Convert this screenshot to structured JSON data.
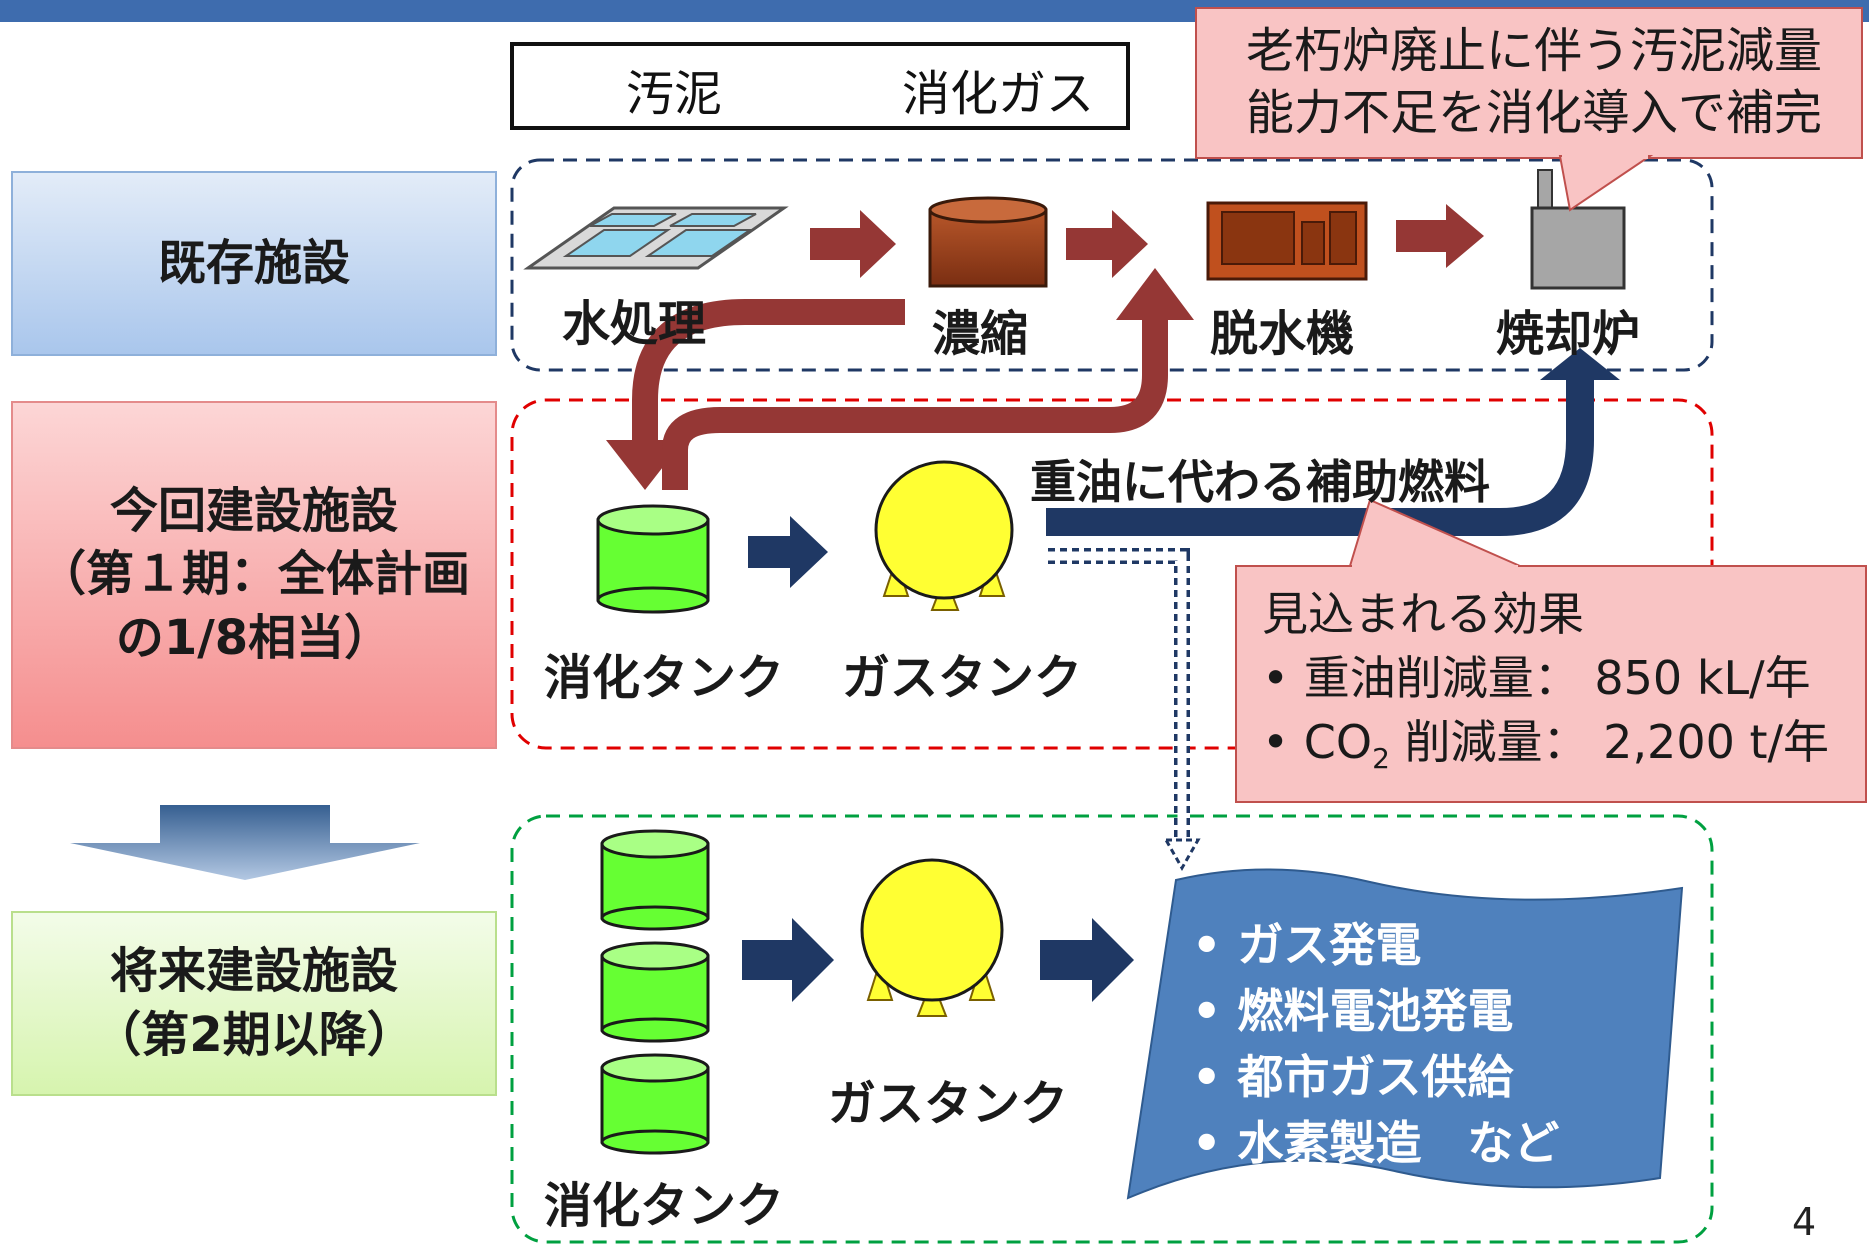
{
  "legend": {
    "sludge_label": "汚泥",
    "gas_label": "消化ガス"
  },
  "stages": {
    "existing": {
      "title": "既存施設"
    },
    "current": {
      "line1": "今回建設施設",
      "line2": "（第１期：全体計画",
      "line3": "の1/8相当）"
    },
    "future": {
      "line1": "将来建設施設",
      "line2": "（第2期以降）"
    }
  },
  "existing_flow": {
    "water_treatment": "水処理",
    "thickening": "濃縮",
    "dewatering": "脱水機",
    "incinerator": "焼却炉"
  },
  "callout": {
    "line1": "老朽炉廃止に伴う汚泥減量",
    "line2": "能力不足を消化導入で補完"
  },
  "current_flow": {
    "digestion_tank": "消化タンク",
    "gas_tank": "ガスタンク",
    "aux_fuel_label": "重油に代わる補助燃料"
  },
  "effects": {
    "title": "見込まれる効果",
    "item1_label": "重油削減量：",
    "item1_value": "850 kL/年",
    "item2_prefix": "CO",
    "item2_sub": "2",
    "item2_label": "削減量：",
    "item2_value": "2,200 t/年"
  },
  "future_flow": {
    "digestion_tank": "消化タンク",
    "gas_tank": "ガスタンク"
  },
  "uses": [
    "ガス発電",
    "燃料電池発電",
    "都市ガス供給",
    "水素製造　など"
  ],
  "bullet": "•",
  "page_number": "4",
  "colors": {
    "sludge_arrow": "#953735",
    "gas_arrow": "#1f3864",
    "digestion_tank": "#66ff33",
    "gas_tank": "#ffff33",
    "uses_banner": "#4f81bd",
    "existing_box": "#c5d9f1",
    "current_box": "#f6a0a0",
    "future_box": "#e2f7c8",
    "callout_fill": "#f9c4c4"
  }
}
